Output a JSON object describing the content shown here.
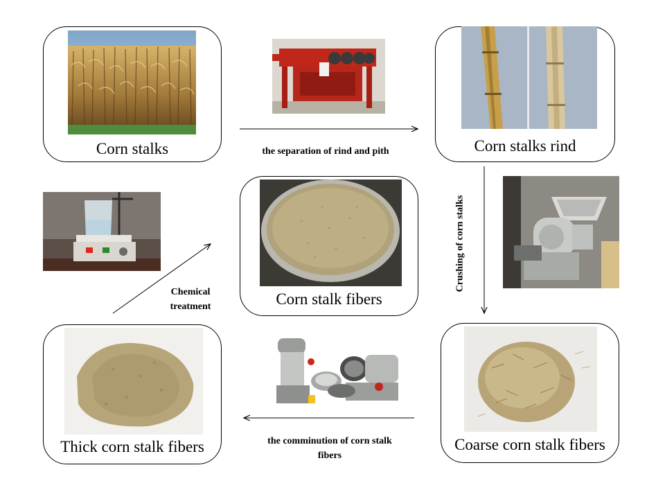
{
  "nodes": {
    "corn_stalks": "Corn stalks",
    "corn_stalks_rind": "Corn stalks rind",
    "coarse_fibers": "Coarse corn stalk fibers",
    "thick_fibers": "Thick corn stalk fibers",
    "corn_stalk_fibers": "Corn stalk fibers"
  },
  "steps": {
    "separation": "the separation of rind and pith",
    "crushing": "Crushing of corn stalks",
    "comminution": "the comminution of corn stalk fibers",
    "chemical": "Chemical treatment"
  },
  "photos": {
    "cornfield": "cornfield-photo",
    "separator_machine": "rind-pith-separator-machine-photo",
    "rind_strips": "corn-stalk-rind-photo",
    "crusher_machine": "crushing-machine-photo",
    "coarse_pile": "coarse-fiber-pile-photo",
    "grinder_machines": "fiber-grinder-machines-photo",
    "thick_pile": "thick-fiber-pile-photo",
    "stirrer": "magnetic-stirrer-photo",
    "fiber_dish": "fiber-dish-photo"
  }
}
